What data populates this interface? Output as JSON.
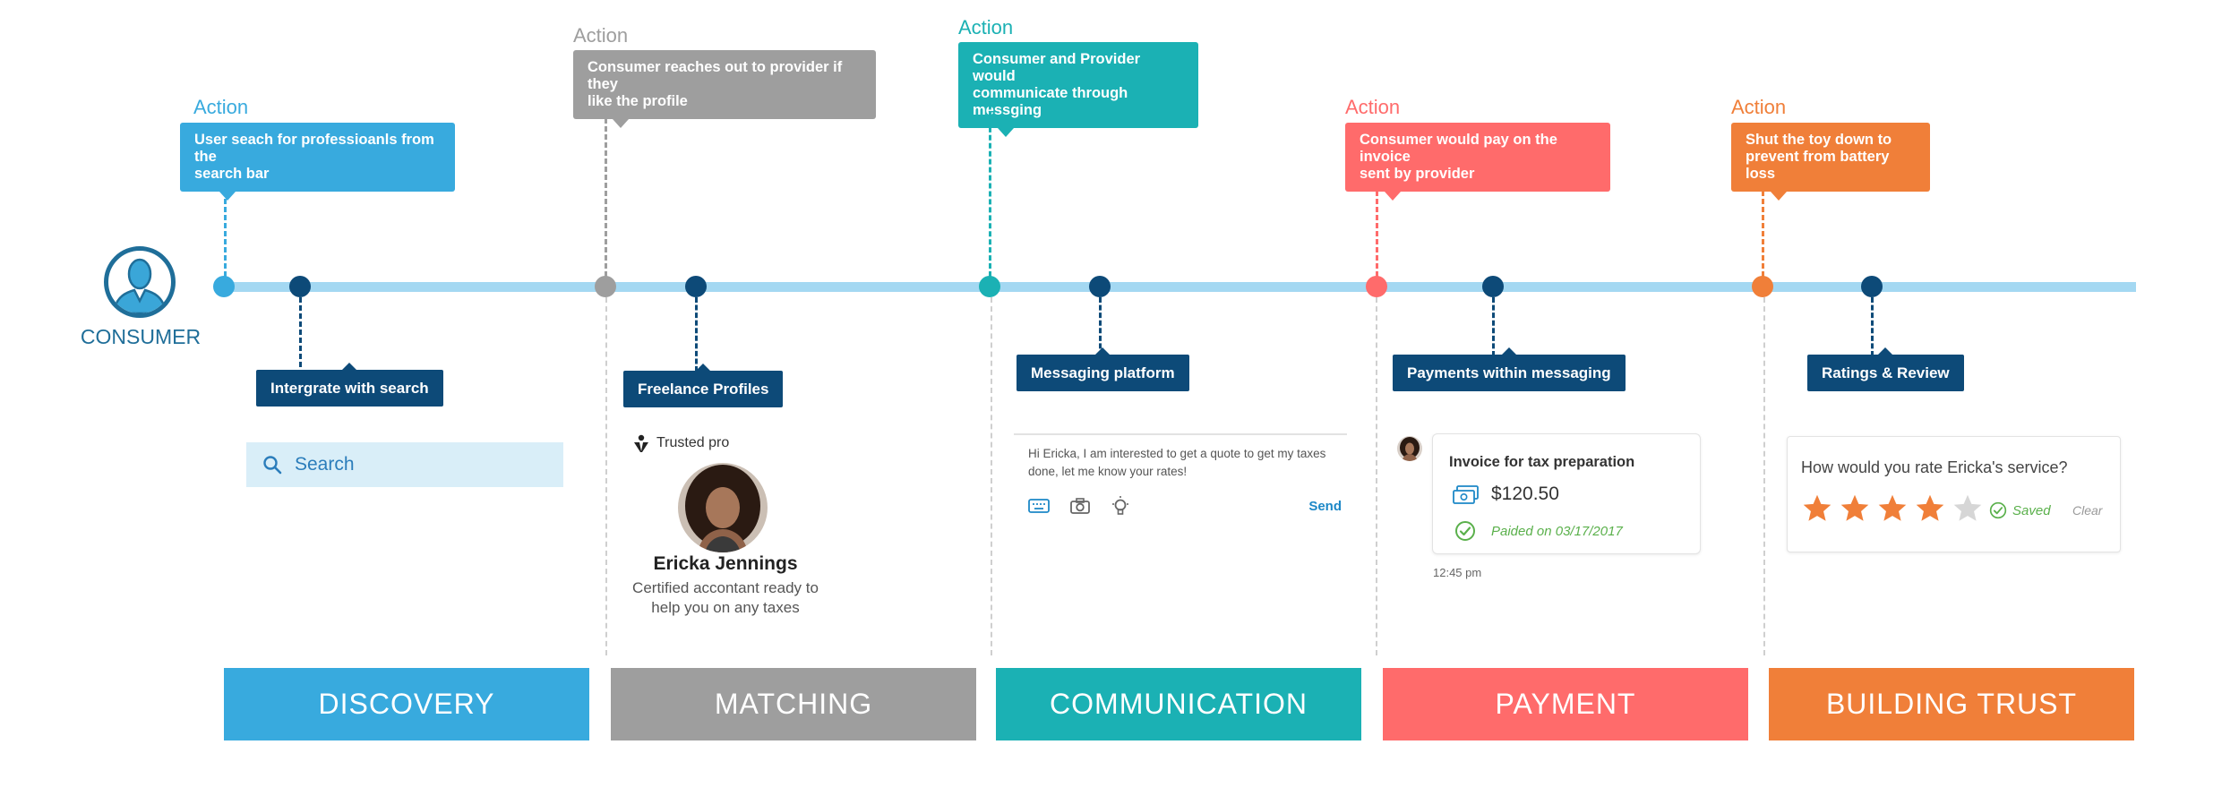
{
  "consumer": {
    "label": "CONSUMER"
  },
  "colors": {
    "discovery": "#38aade",
    "matching": "#9e9e9e",
    "communication": "#1bb1b4",
    "payment": "#ff6b6b",
    "trust": "#f07f39",
    "feature": "#0d4a78",
    "track": "#a4d8f2"
  },
  "actions": [
    {
      "label": "Action",
      "text": [
        "User seach for professioanls from the",
        "search bar"
      ]
    },
    {
      "label": "Action",
      "text": [
        "Consumer reaches out to provider if they",
        "like the profile"
      ]
    },
    {
      "label": "Action",
      "text": [
        "Consumer and Provider would",
        "communicate through messging"
      ]
    },
    {
      "label": "Action",
      "text": [
        "Consumer would pay on the invoice",
        "sent by provider"
      ]
    },
    {
      "label": "Action",
      "text": [
        "Shut the toy down to",
        "prevent from battery loss"
      ]
    }
  ],
  "features": [
    "Intergrate with search",
    "Freelance Profiles",
    "Messaging platform",
    "Payments within messaging",
    "Ratings & Review"
  ],
  "phases": [
    "DISCOVERY",
    "MATCHING",
    "COMMUNICATION",
    "PAYMENT",
    "BUILDING TRUST"
  ],
  "search": {
    "label": "Search",
    "icon": "search-icon"
  },
  "profile": {
    "badge": "Trusted pro",
    "name": "Ericka Jennings",
    "description": [
      "Certified accontant ready to",
      "help you on any taxes"
    ]
  },
  "messaging": {
    "text": [
      "Hi Ericka, I am interested to get a quote to get my taxes",
      "done, let me know your rates!"
    ],
    "send": "Send",
    "tools": [
      "keyboard-icon",
      "camera-icon",
      "lightbulb-icon"
    ]
  },
  "invoice": {
    "title": "Invoice for tax preparation",
    "amount": "$120.50",
    "paid": "Paided on 03/17/2017",
    "time": "12:45 pm"
  },
  "rating": {
    "question": "How would you rate Ericka's service?",
    "stars": 4,
    "max": 5,
    "saved": "Saved",
    "clear": "Clear"
  }
}
